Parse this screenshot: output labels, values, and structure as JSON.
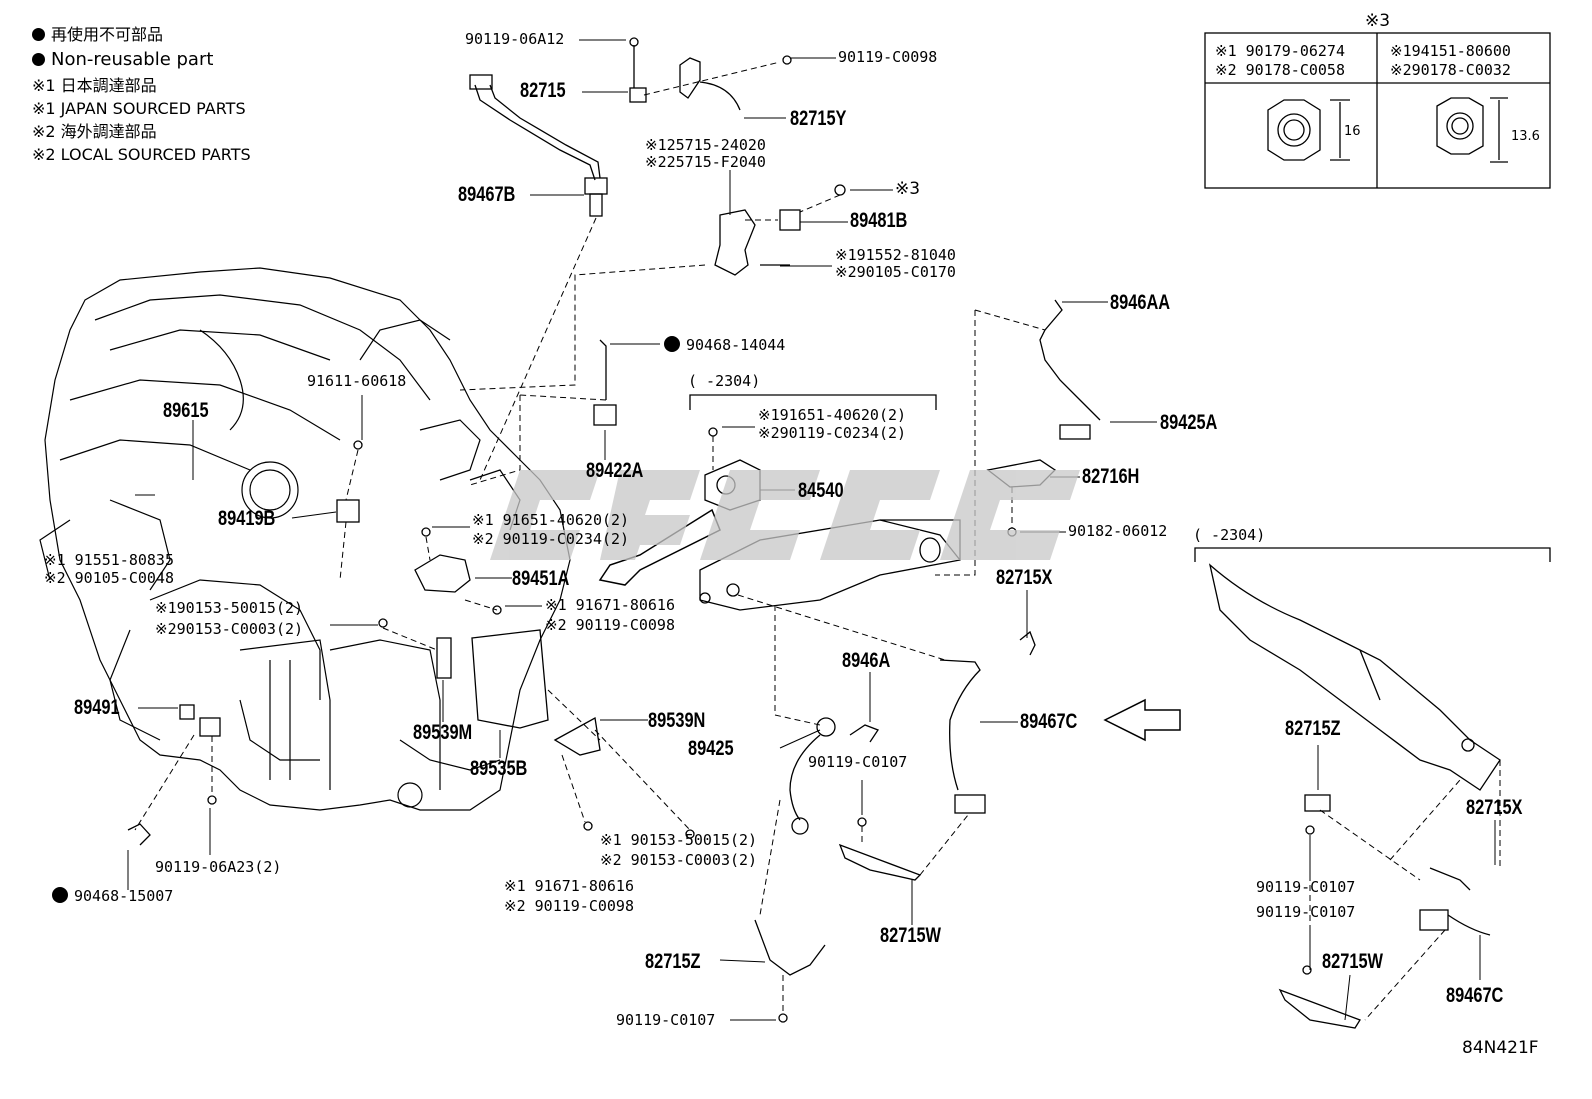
{
  "legend": {
    "non_reusable_jp": "再使用不可部品",
    "non_reusable_en": "Non-reusable part",
    "japan_jp": "※1 日本調達部品",
    "japan_en": "※1 JAPAN SOURCED PARTS",
    "local_jp": "※2 海外調達部品",
    "local_en": "※2 LOCAL SOURCED PARTS"
  },
  "nut_table": {
    "title": "※3",
    "left_1": "※1 90179-06274",
    "left_2": "※2 90178-C0058",
    "right_1": "※194151-80600",
    "right_2": "※290178-C0032",
    "left_dim": "16",
    "right_dim": "13.6"
  },
  "date_ranges": {
    "upper": "(     -2304)",
    "lower": "(     -2304)"
  },
  "diagram_ref": "84N421F",
  "bold_labels": [
    "82715",
    "82715Y",
    "89467B",
    "89481B",
    "8946AA",
    "89615",
    "89422A",
    "89425A",
    "84540",
    "82716H",
    "89419B",
    "89451A",
    "82715X",
    "8946A",
    "89467C",
    "89491",
    "89539M",
    "89539N",
    "89425",
    "89535B",
    "82715W",
    "82715Z",
    "82715Z",
    "82715X",
    "82715W",
    "89467C"
  ],
  "part_numbers": [
    "90119-06A12",
    "90119-C0098",
    "※125715-24020",
    "※225715-F2040",
    "※3",
    "※191552-81040",
    "※290105-C0170",
    "90468-14044",
    "91611-60618",
    "※191651-40620(2)",
    "※290119-C0234(2)",
    "※1 91651-40620(2)",
    "※2 90119-C0234(2)",
    "90182-06012",
    "※1 91551-80835",
    "※2 90105-C0048",
    "※190153-50015(2)",
    "※290153-C0003(2)",
    "※1 91671-80616",
    "※2 90119-C0098",
    "90119-C0107",
    "※1 90153-50015(2)",
    "※2 90153-C0003(2)",
    "※1 91671-80616",
    "※2 90119-C0098",
    "90119-06A23(2)",
    "90468-15007",
    "90119-C0107",
    "90119-C0107",
    "90119-C0107"
  ]
}
